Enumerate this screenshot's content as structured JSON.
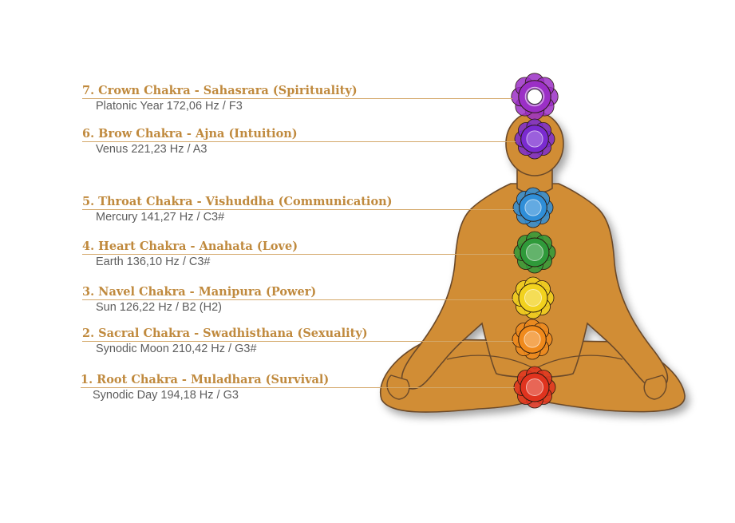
{
  "colors": {
    "label_title": "#c08a3e",
    "label_sub": "#5d5d5d",
    "rule": "#d4a86a",
    "body_fill": "#d18d34",
    "body_stroke": "#6b4a2a"
  },
  "chakras": [
    {
      "title": "7. Crown Chakra - Sahasrara (Spirituality)",
      "sub": "Platonic Year 172,06 Hz / F3",
      "color": "#9b2fc6",
      "icon": "crown-chakra-icon"
    },
    {
      "title": "6. Brow Chakra - Ajna (Intuition)",
      "sub": "Venus 221,23 Hz / A3",
      "color": "#7a2bd0",
      "icon": "brow-chakra-icon"
    },
    {
      "title": "5. Throat Chakra - Vishuddha (Communication)",
      "sub": "Mercury 141,27 Hz / C3#",
      "color": "#2f8ed8",
      "icon": "throat-chakra-icon"
    },
    {
      "title": "4. Heart Chakra - Anahata (Love)",
      "sub": "Earth 136,10 Hz / C3#",
      "color": "#2f9a3a",
      "icon": "heart-chakra-icon"
    },
    {
      "title": "3. Navel Chakra - Manipura (Power)",
      "sub": "Sun 126,22 Hz / B2 (H2)",
      "color": "#f2d21e",
      "icon": "navel-chakra-icon"
    },
    {
      "title": "2. Sacral Chakra - Swadhisthana (Sexuality)",
      "sub": "Synodic Moon 210,42 Hz / G3#",
      "color": "#f08a1c",
      "icon": "sacral-chakra-icon"
    },
    {
      "title": "1. Root Chakra - Muladhara (Survival)",
      "sub": "Synodic Day 194,18 Hz / G3",
      "color": "#e0331e",
      "icon": "root-chakra-icon"
    }
  ]
}
